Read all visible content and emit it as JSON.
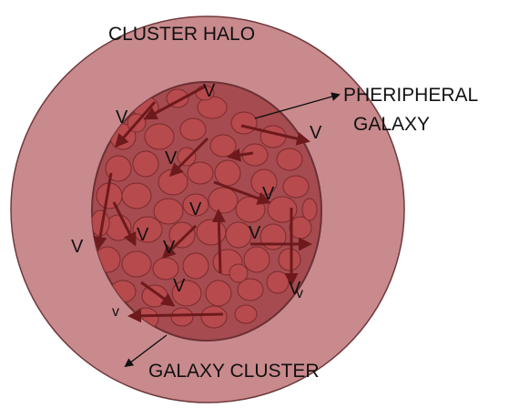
{
  "labels": {
    "cluster_halo": "CLUSTER  HALO",
    "peripheral_line1": "PHERIPHERAL",
    "peripheral_line2": "GALAXY",
    "galaxy_cluster": "GALAXY CLUSTER"
  },
  "velocity_labels": [
    "V",
    "V",
    "V",
    "V",
    "V",
    "V",
    "V",
    "V",
    "V",
    "V",
    "V",
    "V",
    "v",
    "v"
  ],
  "colors": {
    "halo_fill": "#c98a8d",
    "halo_stroke": "#6f3a3d",
    "cluster_fill": "#a64b4f",
    "cluster_stroke": "#6b3034",
    "galaxy_fill": "#b94a4d",
    "galaxy_stroke": "#7a2b2e",
    "velocity_arrow": "#6e1a1c",
    "pointer_arrow": "#111111"
  }
}
